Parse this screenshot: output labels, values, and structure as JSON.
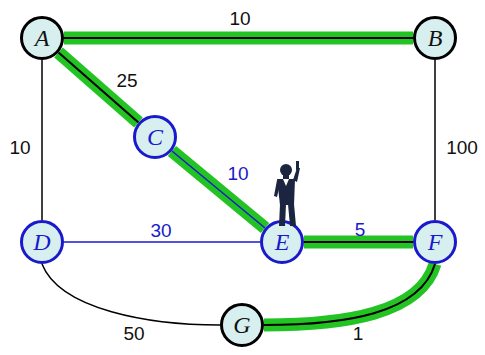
{
  "diagram": {
    "nodes": [
      {
        "text": [
          "A"
        ]
      },
      {
        "text": [
          "B"
        ]
      },
      {
        "text": [
          "C"
        ]
      },
      {
        "text": [
          "D"
        ]
      },
      {
        "text": [
          "E"
        ]
      },
      {
        "text": [
          "F"
        ]
      },
      {
        "text": [
          "G"
        ]
      }
    ],
    "edges": [
      {
        "from": 0,
        "to": 1,
        "label": "10",
        "arrow": "none"
      },
      {
        "from": 0,
        "to": 2,
        "label": "25",
        "arrow": "none"
      },
      {
        "from": 0,
        "to": 3,
        "label": "10",
        "arrow": "none"
      },
      {
        "from": 1,
        "to": 5,
        "label": "100",
        "arrow": "none"
      },
      {
        "from": 2,
        "to": 4,
        "label": "10",
        "arrow": "none"
      },
      {
        "from": 3,
        "to": 4,
        "label": "30",
        "arrow": "none"
      },
      {
        "from": 4,
        "to": 5,
        "label": "5",
        "arrow": "none"
      },
      {
        "from": 3,
        "to": 6,
        "label": "50",
        "arrow": "none"
      },
      {
        "from": 6,
        "to": 5,
        "label": "1",
        "arrow": "none"
      }
    ]
  }
}
